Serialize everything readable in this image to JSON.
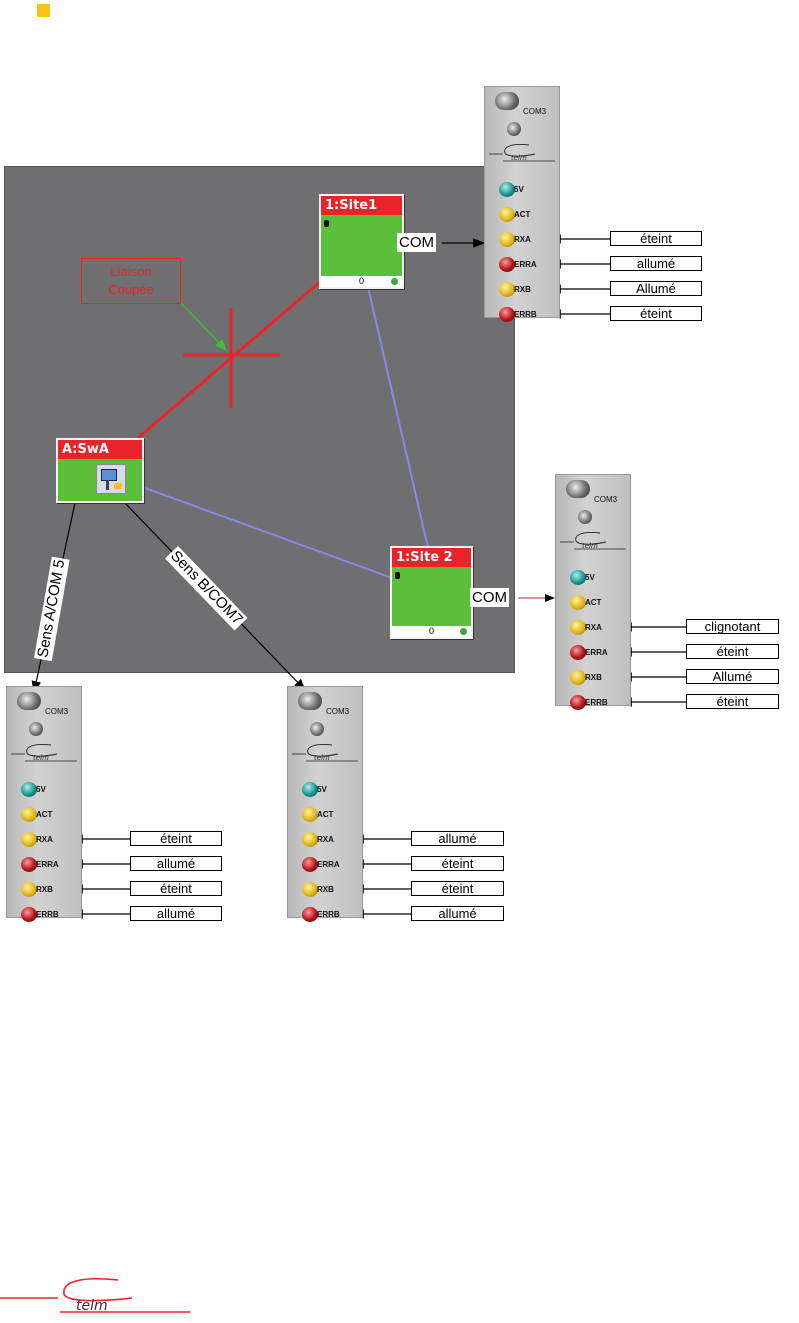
{
  "nodes": {
    "site1": {
      "title": "1:Site1",
      "count": "0"
    },
    "site2": {
      "title": "1:Site 2",
      "count": "0"
    },
    "swa": {
      "title": "A:SwA"
    }
  },
  "link_cut_label": [
    "Liaison",
    "Coupée"
  ],
  "com_label": "COM",
  "sens_a": "Sens A/COM 5",
  "sens_b": "Sens B/COM7",
  "panel_header": "COM3",
  "led_labels": [
    "5V",
    "ACT",
    "RXA",
    "ERRA",
    "RXB",
    "ERRB"
  ],
  "led_colors": [
    "teal",
    "yellow",
    "yellow",
    "red",
    "yellow",
    "red"
  ],
  "logo_text": "telm",
  "panels": {
    "site1": {
      "rxa": "éteint",
      "erra": "allumé",
      "rxb": "Allumé",
      "errb": "éteint"
    },
    "site2": {
      "rxa": "clignotant",
      "erra": "éteint",
      "rxb": "Allumé",
      "errb": "éteint"
    },
    "com5": {
      "rxa": "éteint",
      "erra": "allumé",
      "rxb": "éteint",
      "errb": "allumé"
    },
    "com7": {
      "rxa": "allumé",
      "erra": "éteint",
      "rxb": "éteint",
      "errb": "allumé"
    }
  },
  "colors": {
    "cut_link": "#e8242a",
    "link": "#8b87e6",
    "node_green": "#5bbf3c",
    "node_red": "#e8242a",
    "bullet": "#f6c319"
  }
}
